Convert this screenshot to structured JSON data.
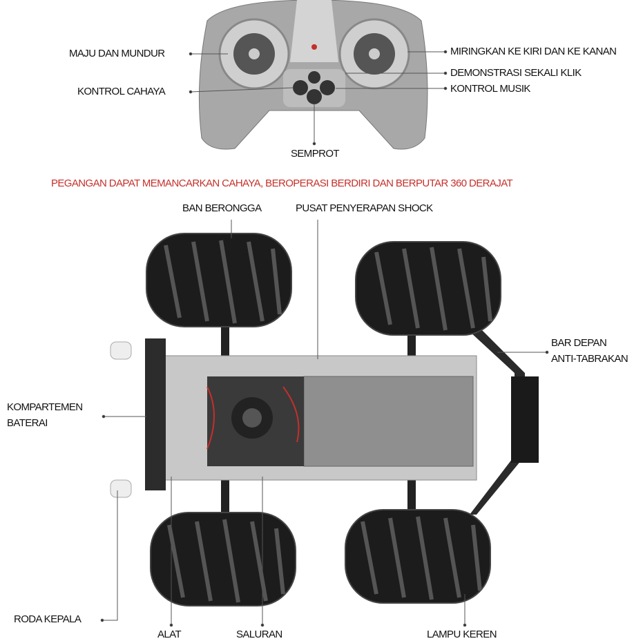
{
  "controller_labels": {
    "forward_backward": "MAJU DAN MUNDUR",
    "light_control": "KONTROL CAHAYA",
    "tilt": "MIRINGKAN KE KIRI DAN KE KANAN",
    "demo": "DEMONSTRASI SEKALI KLIK",
    "music": "KONTROL MUSIK",
    "spray": "SEMPROT"
  },
  "headline": "PEGANGAN DAPAT MEMANCARKAN CAHAYA, BEROPERASI BERDIRI DAN BERPUTAR 360 DERAJAT",
  "car_labels": {
    "hollow_tire": "BAN BERONGGA",
    "shock": "PUSAT PENYERAPAN SHOCK",
    "bumper_line1": "BAR DEPAN",
    "bumper_line2": "ANTI-TABRAKAN",
    "battery_line1": "KOMPARTEMEN",
    "battery_line2": "BATERAI",
    "head_wheel": "RODA KEPALA",
    "tool": "ALAT",
    "channel": "SALURAN",
    "cool_light": "LAMPU KEREN"
  },
  "colors": {
    "accent": "#c4302b",
    "tire": "#1c1c1c",
    "chassis": "#9a9a9a"
  }
}
